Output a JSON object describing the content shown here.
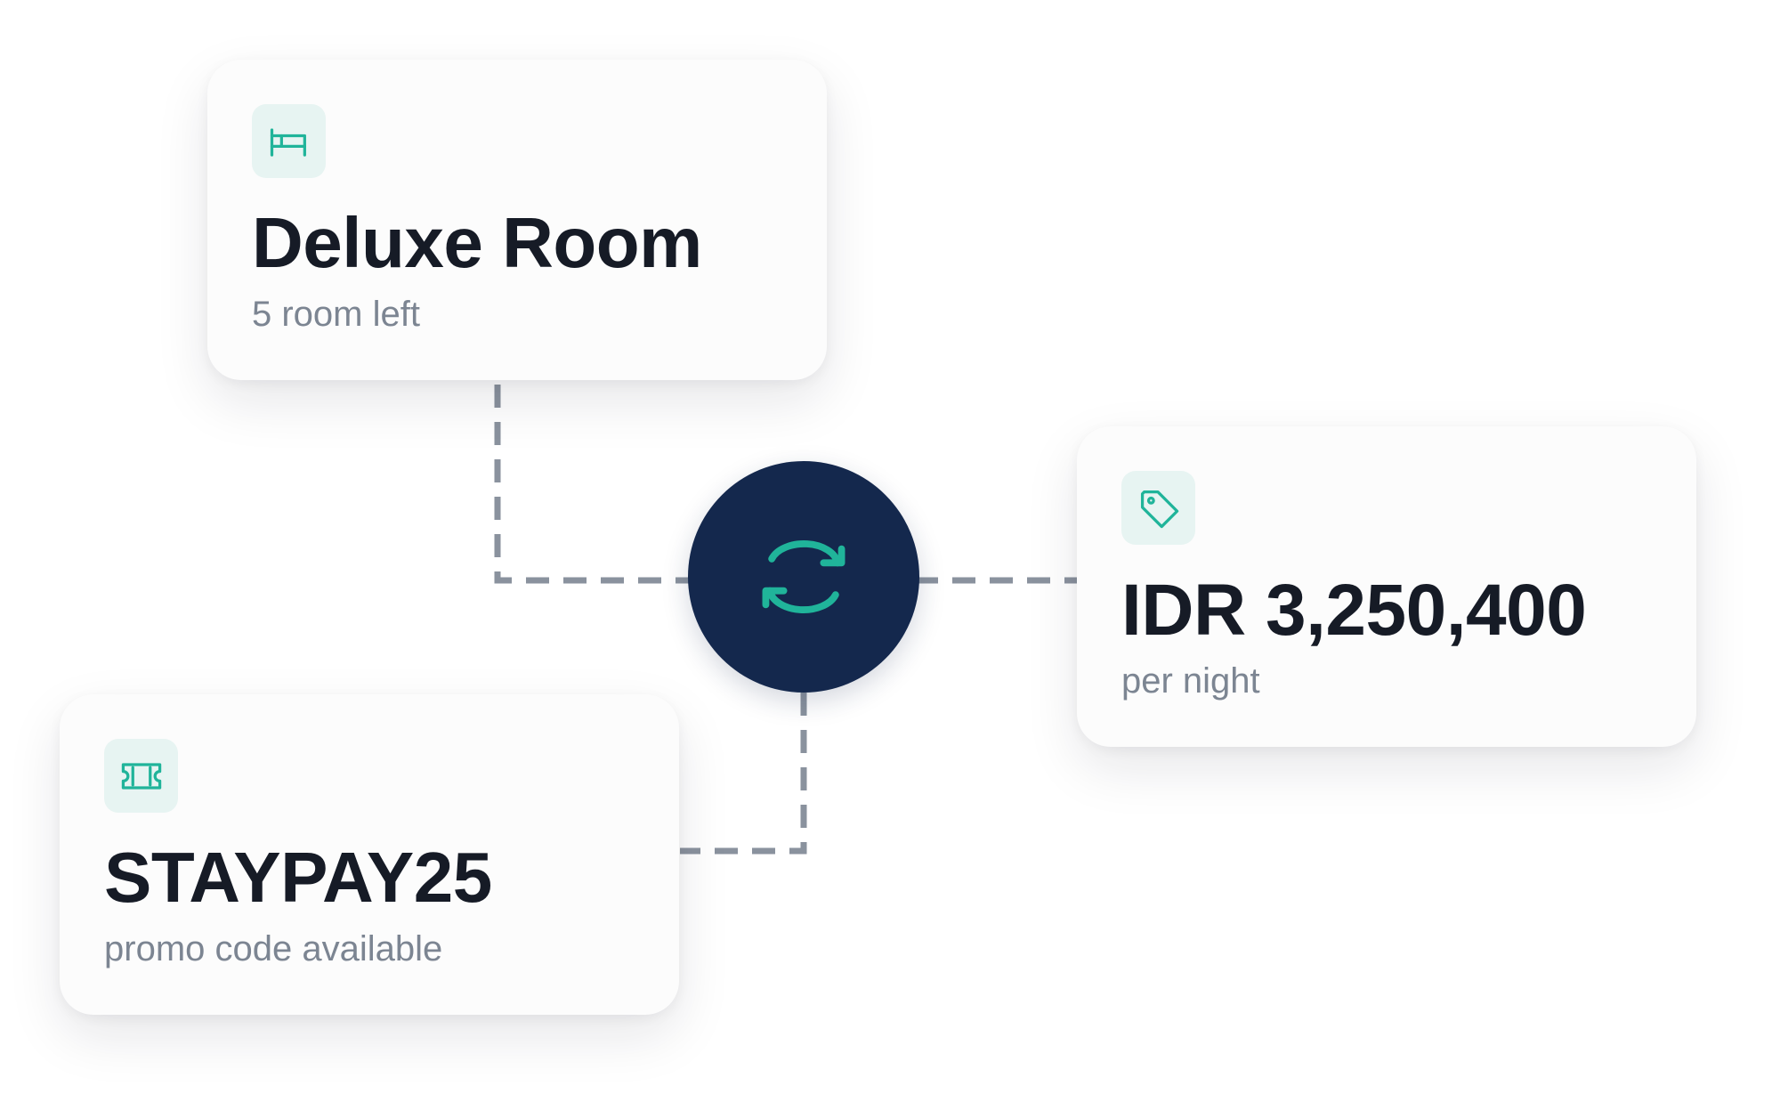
{
  "room_card": {
    "icon": "bed-icon",
    "title": "Deluxe Room",
    "subtitle": "5 room left"
  },
  "price_card": {
    "icon": "price-tag-icon",
    "title": "IDR 3,250,400",
    "subtitle": "per night"
  },
  "promo_card": {
    "icon": "ticket-icon",
    "title": "STAYPAY25",
    "subtitle": "promo code available"
  },
  "hub": {
    "icon": "sync-arrows-icon"
  },
  "colors": {
    "accent": "#20b49a",
    "hub_background": "#14284d",
    "icon_background": "#e7f4f2",
    "title_text": "#161b26",
    "subtitle_text": "#7c8592",
    "connector": "#8a929e"
  }
}
